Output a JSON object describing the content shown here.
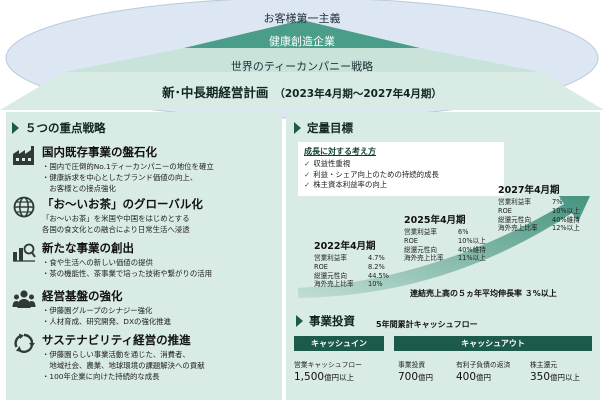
{
  "pyramid": {
    "tier1": "お客様第一主義",
    "tier2": "健康創造企業",
    "tier3": "世界のティーカンパニー戦略",
    "plan_title": "新･中長期経営計画",
    "plan_period": "（2023年4月期〜2027年4月期）"
  },
  "colors": {
    "top_ellipse": "#dde7f3",
    "middle_band": "#4a9d88",
    "panel": "#d8ebe4",
    "accent": "#1c5a4c",
    "arrow": "#3d8f7b"
  },
  "strategies": {
    "heading": "５つの重点戦略",
    "items": [
      {
        "icon": "factory-icon",
        "title": "国内既存事業の盤石化",
        "lines": [
          "・国内で圧倒的No.1ティーカンパニーの地位を確立",
          "・健康訴求を中心としたブランド価値の向上、",
          "　お客様との接点強化"
        ]
      },
      {
        "icon": "globe-icon",
        "title": "「お～いお茶」のグローバル化",
        "lines": [
          "「お～いお茶」を米国や中国をはじめとする",
          "各国の食文化との融合により日常生活へ浸透"
        ]
      },
      {
        "icon": "innovation-icon",
        "title": "新たな事業の創出",
        "lines": [
          "・食や生活への新しい価値の提供",
          "・茶の機能性、茶事業で培った技術や繋がりの活用"
        ]
      },
      {
        "icon": "people-icon",
        "title": "経営基盤の強化",
        "lines": [
          "・伊藤園グループのシナジー強化",
          "・人材育成、研究開発、DXの強化推進"
        ]
      },
      {
        "icon": "recycle-icon",
        "title": "サステナビリティ経営の推進",
        "lines": [
          "・伊藤園らしい事業活動を通じた、消費者、",
          "　地域社会、農業、地球環境の課題解決への貢献",
          "・100年企業に向けた持続的な成長"
        ]
      }
    ]
  },
  "targets": {
    "heading": "定量目標",
    "mindset_title": "成長に対する考え方",
    "mindset_items": [
      "収益性重視",
      "利益・シェア向上のための持続的成長",
      "株主資本利益率の向上"
    ],
    "years": [
      {
        "title": "2022年4月期",
        "rows": [
          {
            "k": "営業利益率",
            "v": "4.7%"
          },
          {
            "k": "ROE",
            "v": "8.2%"
          },
          {
            "k": "総還元性向",
            "v": "44.5%"
          },
          {
            "k": "海外売上比率",
            "v": "10%"
          }
        ]
      },
      {
        "title": "2025年4月期",
        "rows": [
          {
            "k": "営業利益率",
            "v": "6%"
          },
          {
            "k": "ROE",
            "v": "10%以上"
          },
          {
            "k": "総還元性向",
            "v": "40%維持"
          },
          {
            "k": "海外売上比率",
            "v": "11%以上"
          }
        ]
      },
      {
        "title": "2027年4月期",
        "rows": [
          {
            "k": "営業利益率",
            "v": "7%"
          },
          {
            "k": "ROE",
            "v": "10%以上"
          },
          {
            "k": "総還元性向",
            "v": "40%維持"
          },
          {
            "k": "海外売上比率",
            "v": "12%以上"
          }
        ]
      }
    ],
    "cagr": "連結売上高の５ヵ年平均伸長率 ３%以上"
  },
  "investment": {
    "heading": "事業投資",
    "caption": "5年間累計キャッシュフロー",
    "cash_in_label": "キャッシュイン",
    "cash_out_label": "キャッシュアウト",
    "items": [
      {
        "label": "営業キャッシュフロー",
        "amount": "1,500",
        "unit": "億円以上"
      },
      {
        "label": "事業投資",
        "amount": "700",
        "unit": "億円"
      },
      {
        "label": "有利子負債の返済",
        "amount": "400",
        "unit": "億円"
      },
      {
        "label": "株主還元",
        "amount": "350",
        "unit": "億円以上"
      }
    ]
  }
}
